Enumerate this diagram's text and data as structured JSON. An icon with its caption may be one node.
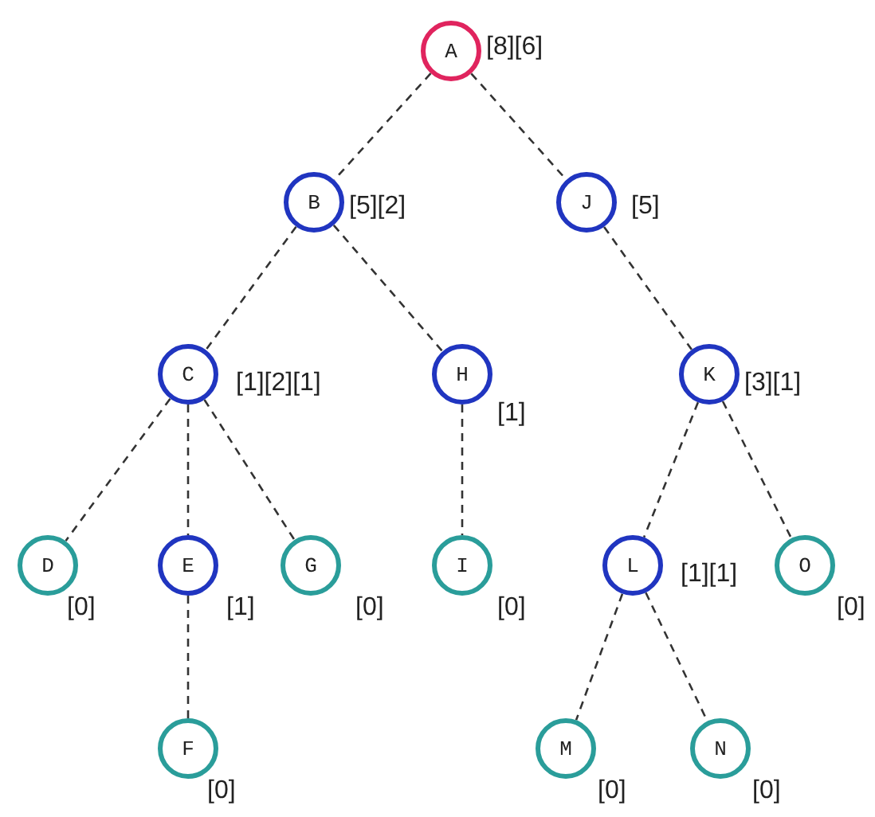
{
  "diagram": {
    "nodes": [
      {
        "text": [
          "A"
        ],
        "beside": [
          "[8][6]"
        ]
      },
      {
        "text": [
          "B"
        ],
        "beside": [
          "[5][2]"
        ]
      },
      {
        "text": [
          "C"
        ],
        "beside": [
          "[1][2][1]"
        ]
      },
      {
        "text": [
          "D"
        ],
        "beside": [
          "[0]"
        ]
      },
      {
        "text": [
          "E"
        ],
        "beside": [
          "[1]"
        ]
      },
      {
        "text": [
          "F"
        ],
        "beside": [
          "[0]"
        ]
      },
      {
        "text": [
          "G"
        ],
        "beside": [
          "[0]"
        ]
      },
      {
        "text": [
          "H"
        ],
        "beside": [
          "[1]"
        ]
      },
      {
        "text": [
          "I"
        ],
        "beside": [
          "[0]"
        ]
      },
      {
        "text": [
          "J"
        ],
        "beside": [
          "[5]"
        ]
      },
      {
        "text": [
          "K"
        ],
        "beside": [
          "[3][1]"
        ]
      },
      {
        "text": [
          "L"
        ],
        "beside": [
          "[1][1]"
        ]
      },
      {
        "text": [
          "M"
        ],
        "beside": [
          "[0]"
        ]
      },
      {
        "text": [
          "N"
        ],
        "beside": [
          "[0]"
        ]
      },
      {
        "text": [
          "O"
        ],
        "beside": [
          "[0]"
        ]
      }
    ],
    "edges": [
      {
        "from": 0,
        "to": 1,
        "arrow": "none",
        "style": "dashed"
      },
      {
        "from": 0,
        "to": 9,
        "arrow": "none",
        "style": "dashed"
      },
      {
        "from": 1,
        "to": 2,
        "arrow": "none",
        "style": "dashed"
      },
      {
        "from": 1,
        "to": 7,
        "arrow": "none",
        "style": "dashed"
      },
      {
        "from": 2,
        "to": 3,
        "arrow": "none",
        "style": "dashed"
      },
      {
        "from": 2,
        "to": 4,
        "arrow": "none",
        "style": "dashed"
      },
      {
        "from": 2,
        "to": 6,
        "arrow": "none",
        "style": "dashed"
      },
      {
        "from": 4,
        "to": 5,
        "arrow": "none",
        "style": "dashed"
      },
      {
        "from": 7,
        "to": 8,
        "arrow": "none",
        "style": "dashed"
      },
      {
        "from": 9,
        "to": 10,
        "arrow": "none",
        "style": "dashed"
      },
      {
        "from": 10,
        "to": 11,
        "arrow": "none",
        "style": "dashed"
      },
      {
        "from": 10,
        "to": 14,
        "arrow": "none",
        "style": "dashed"
      },
      {
        "from": 11,
        "to": 12,
        "arrow": "none",
        "style": "dashed"
      },
      {
        "from": 11,
        "to": 13,
        "arrow": "none",
        "style": "dashed"
      }
    ]
  }
}
